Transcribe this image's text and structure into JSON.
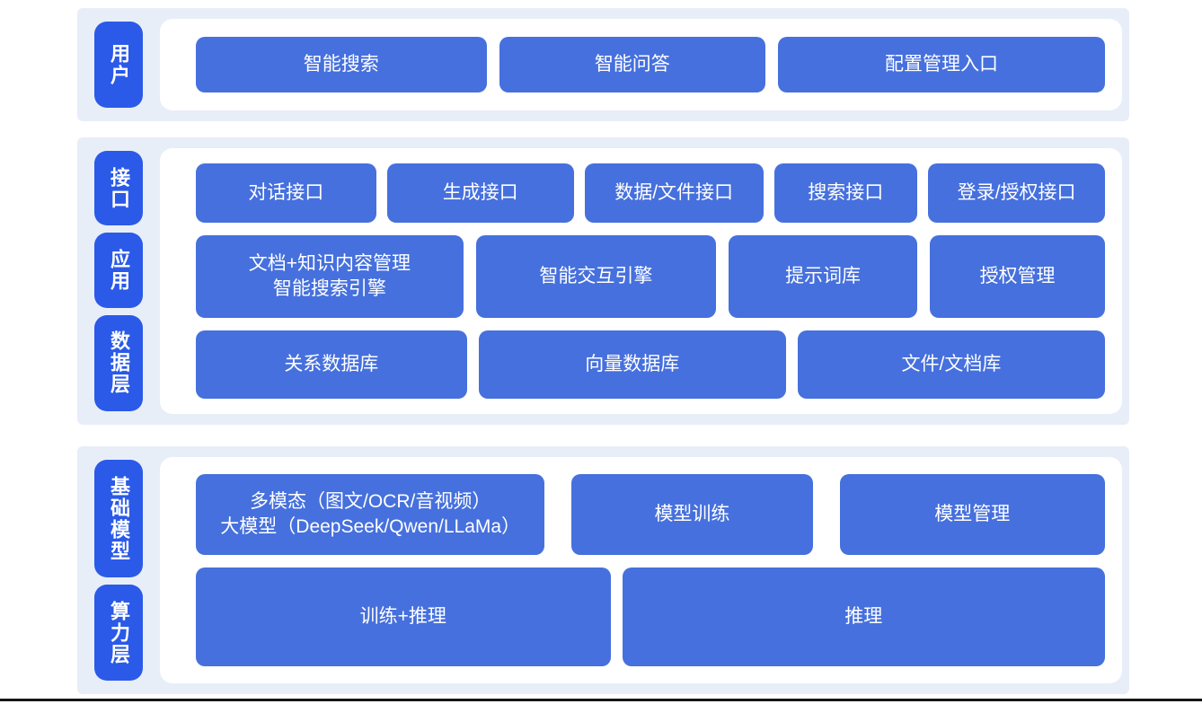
{
  "colors": {
    "band_background": "#e8eef8",
    "panel_background": "#ffffff",
    "box_blue": "#4670dd",
    "label_blue": "#2b5ae8",
    "text_white": "#ffffff",
    "bottom_rule": "#161616"
  },
  "groups": [
    {
      "name": "user",
      "layers": [
        {
          "label": "用户",
          "items": [
            "智能搜索",
            "智能问答",
            "配置管理入口"
          ]
        }
      ]
    },
    {
      "name": "middle",
      "layers": [
        {
          "label": "接口",
          "items": [
            "对话接口",
            "生成接口",
            "数据/文件接口",
            "搜索接口",
            "登录/授权接口"
          ]
        },
        {
          "label": "应用",
          "items": [
            "文档+知识内容管理\n智能搜索引擎",
            "智能交互引擎",
            "提示词库",
            "授权管理"
          ]
        },
        {
          "label": "数据层",
          "items": [
            "关系数据库",
            "向量数据库",
            "文件/文档库"
          ]
        }
      ]
    },
    {
      "name": "foundation",
      "layers": [
        {
          "label": "基础模型",
          "items": [
            "多模态（图文/OCR/音视频）\n大模型（DeepSeek/Qwen/LLaMa）",
            "模型训练",
            "模型管理"
          ]
        },
        {
          "label": "算力层",
          "items": [
            "训练+推理",
            "推理"
          ]
        }
      ]
    }
  ]
}
